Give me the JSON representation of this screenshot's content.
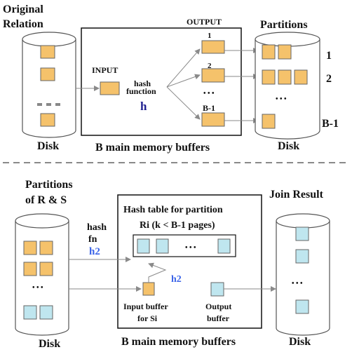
{
  "colors": {
    "partition_block": "#F5C26B",
    "probe_block": "#BFE6EF",
    "h2": "#3B64E8",
    "h": "#1F1F8F",
    "divider": "#8A8A8A",
    "arrow": "#9A9A9A"
  },
  "top": {
    "original_relation_line1": "Original",
    "original_relation_line2": "Relation",
    "disk_label": "Disk",
    "input_label": "INPUT",
    "hash_line1": "hash",
    "hash_line2": "function",
    "h": "h",
    "output_label": "OUTPUT",
    "out1": "1",
    "out2": "2",
    "outb1": "B-1",
    "ellipsis": "• • •",
    "memory_label": "B main memory buffers",
    "partitions_label": "Partitions",
    "part1": "1",
    "part2": "2",
    "partb1": "B-1",
    "disk_label_right": "Disk"
  },
  "bottom": {
    "partitions_line1": "Partitions",
    "partitions_line2": "of R & S",
    "disk_label": "Disk",
    "hash_line1": "hash",
    "hash_line2": "fn",
    "h2": "h2",
    "h2_inner": "h2",
    "hash_table_line1": "Hash table for partition",
    "hash_table_line2": "Ri (k < B-1 pages)",
    "ellipsis": "• • •",
    "input_buffer_line1": "Input buffer",
    "input_buffer_line2": "for Si",
    "output_buffer_line1": "Output",
    "output_buffer_line2": "buffer",
    "memory_label": "B main memory buffers",
    "join_result": "Join Result",
    "disk_label_right": "Disk"
  }
}
